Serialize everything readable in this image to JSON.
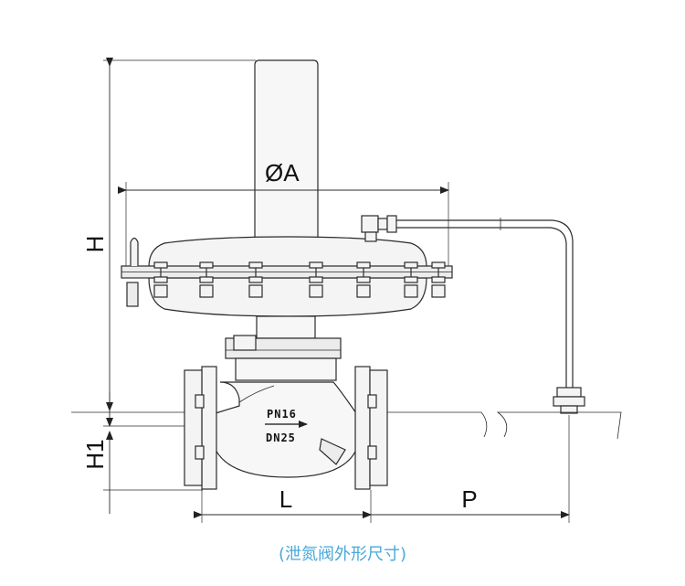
{
  "colors": {
    "line": "#2b2b2b",
    "fill_light": "#f7f7f7",
    "fill_mid": "#ececec",
    "caption": "#4aa8d8"
  },
  "labels": {
    "diameter": "ØA",
    "height": "H",
    "height_low": "H1",
    "length": "L",
    "pipe_length": "P"
  },
  "body_marking": {
    "pressure": "PN16",
    "size": "DN25"
  },
  "caption": "(泄氮阀外形尺寸)"
}
